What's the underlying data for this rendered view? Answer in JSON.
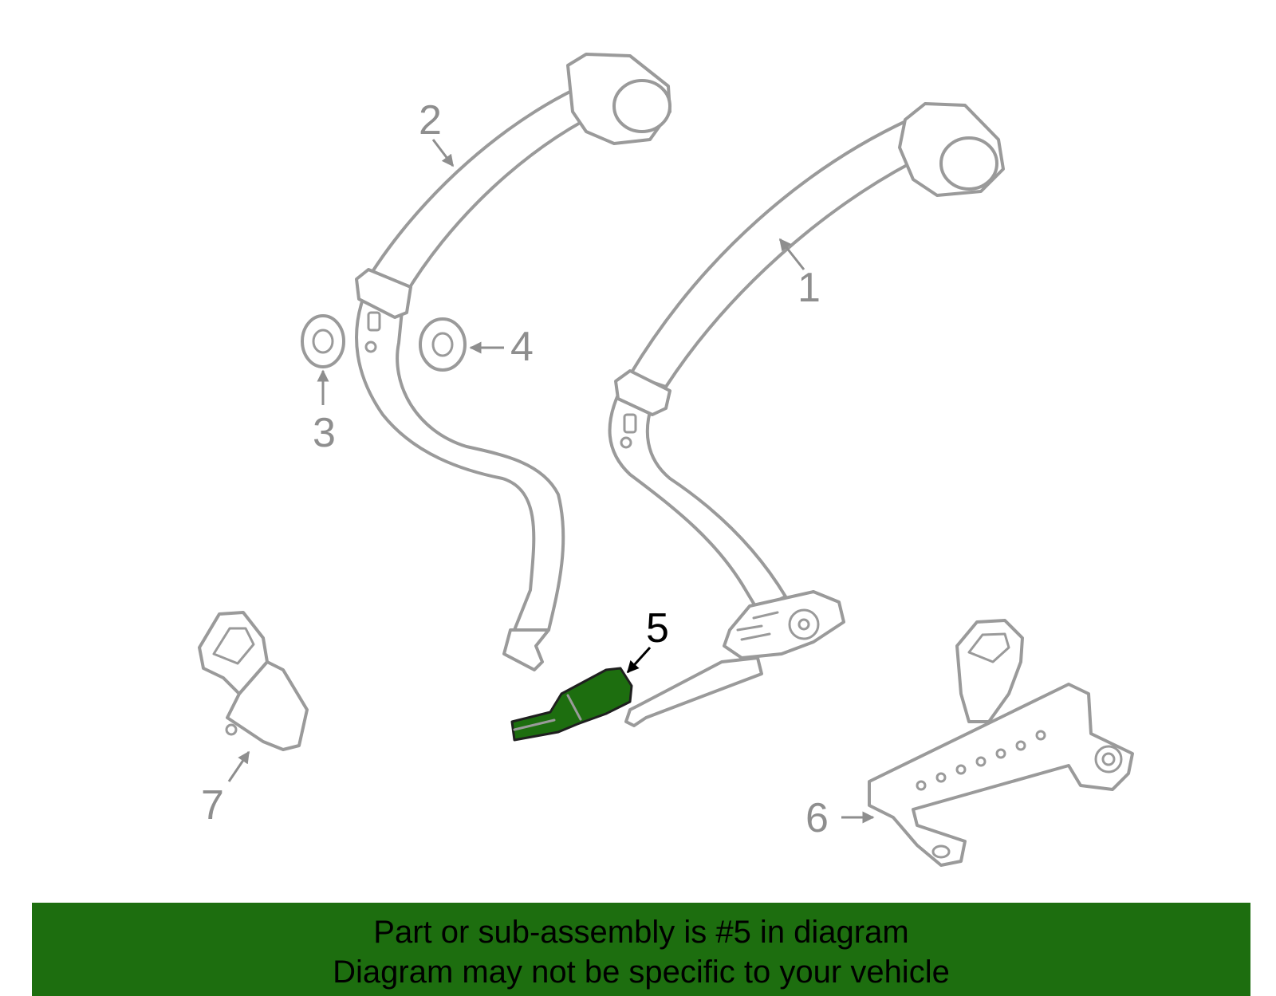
{
  "colors": {
    "highlight": "#1d6e0f",
    "banner": "#1d6e0f",
    "parts_outline": "#9a9a9a",
    "callout_inactive": "#8e8e8e",
    "callout_active": "#000000"
  },
  "callouts": {
    "c1": "1",
    "c2": "2",
    "c3": "3",
    "c4": "4",
    "c5": "5",
    "c6": "6",
    "c7": "7"
  },
  "highlighted_callout": "5",
  "caption": {
    "line1": "Part or sub-assembly is #5 in diagram",
    "line2": "Diagram may not be specific to your vehicle"
  }
}
